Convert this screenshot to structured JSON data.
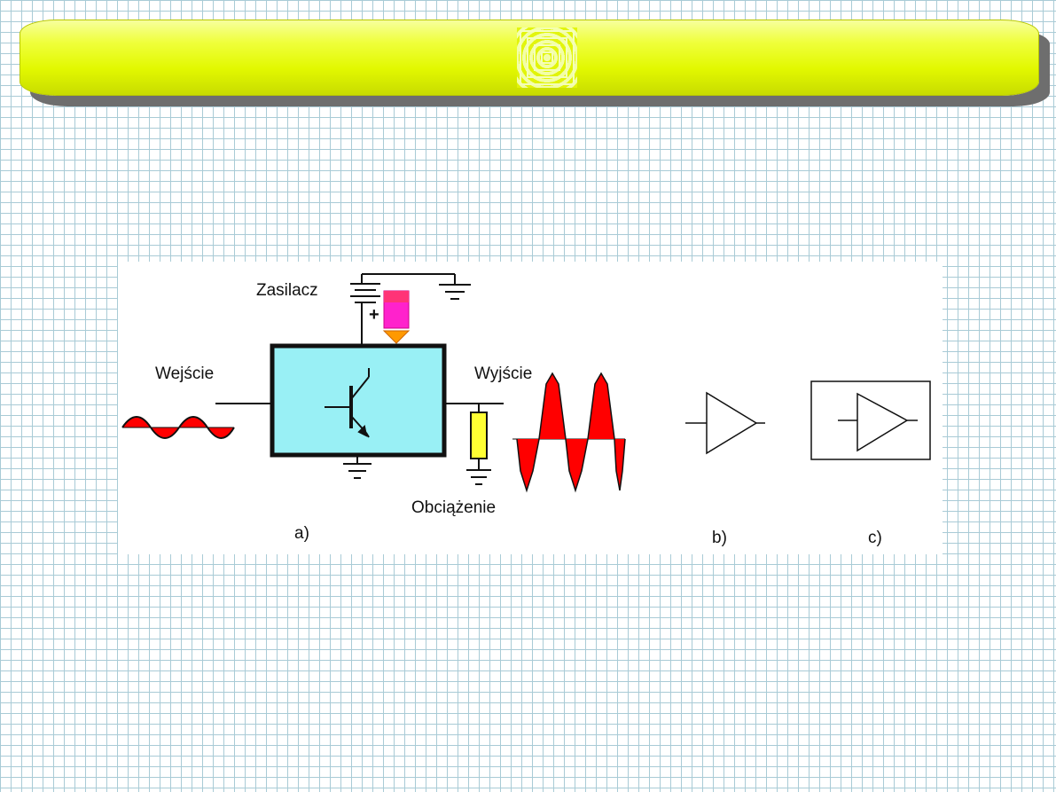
{
  "slide": {
    "title": ""
  },
  "diagram": {
    "label_power_supply": "Zasilacz",
    "label_input": "Wejście",
    "label_output": "Wyjście",
    "label_load": "Obciążenie",
    "label_plus": "+",
    "caption_a": "a)",
    "caption_b": "b)",
    "caption_c": "c)"
  },
  "colors": {
    "title_bar": "#e6fb00",
    "amplifier_box": "#99f0f5",
    "waveform": "#ff0000",
    "load_resistor": "#ffff33",
    "power_indicator": "#ff22cc",
    "indicator_tip": "#ff9900",
    "grid": "#a9cbd6"
  }
}
